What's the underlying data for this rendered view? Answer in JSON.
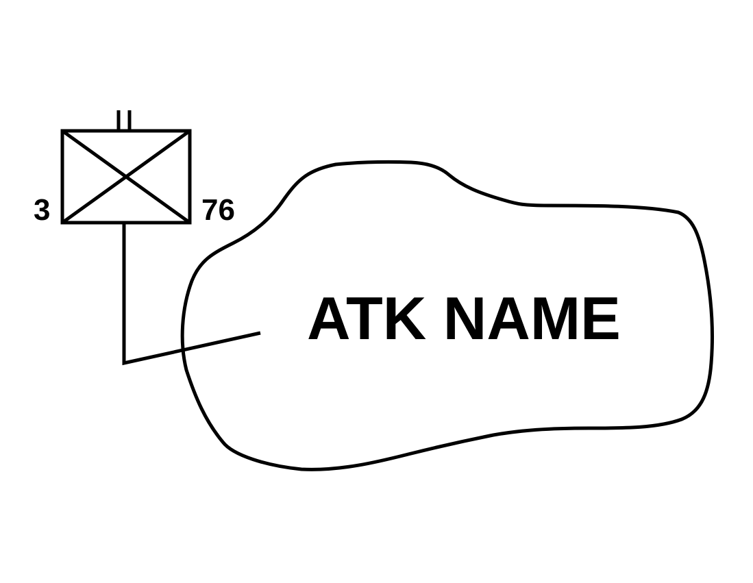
{
  "unit": {
    "left_label": "3",
    "right_label": "76",
    "echelon": "battalion",
    "type": "infantry"
  },
  "area": {
    "name": "ATK NAME"
  },
  "colors": {
    "stroke": "#000000",
    "background": "#ffffff"
  }
}
